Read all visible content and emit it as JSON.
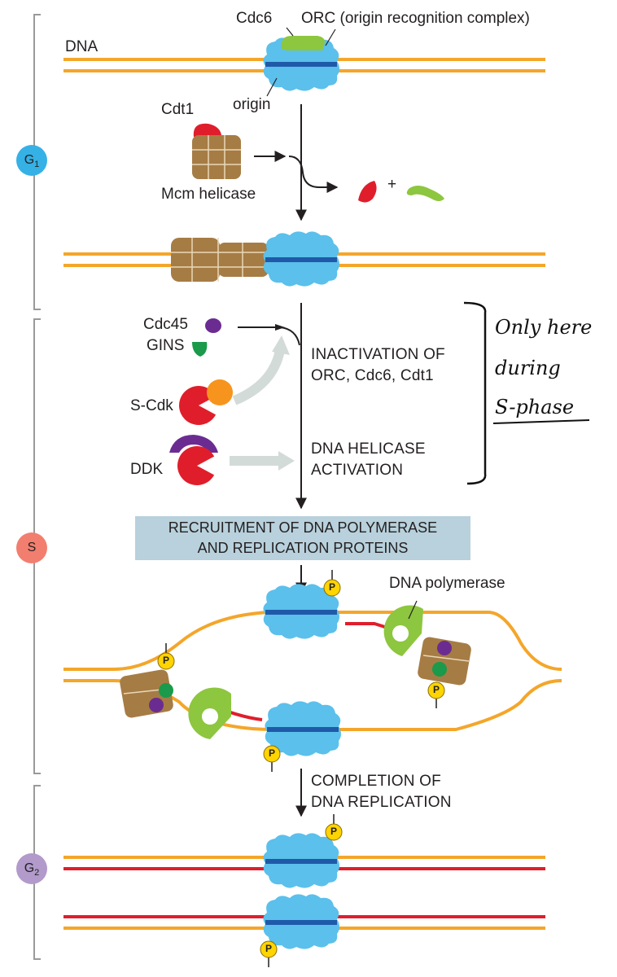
{
  "phases": {
    "g1": "G1",
    "s": "S",
    "g2": "G2"
  },
  "labels": {
    "cdc6": "Cdc6",
    "orc": "ORC (origin recognition complex)",
    "dna": "DNA",
    "origin": "origin",
    "cdt1": "Cdt1",
    "mcm": "Mcm helicase",
    "plus": "+",
    "cdc45": "Cdc45",
    "gins": "GINS",
    "scdk": "S-Cdk",
    "ddk": "DDK",
    "inactivation_1": "INACTIVATION OF",
    "inactivation_2": "ORC, Cdc6, Cdt1",
    "helicase_1": "DNA HELICASE",
    "helicase_2": "ACTIVATION",
    "recruit_1": "RECRUITMENT OF DNA POLYMERASE",
    "recruit_2": "AND REPLICATION PROTEINS",
    "dna_polymerase": "DNA polymerase",
    "completion_1": "COMPLETION OF",
    "completion_2": "DNA REPLICATION",
    "phosphate": "P"
  },
  "handwritten": {
    "line1": "Only here",
    "line2": "during",
    "line3": "S-phase"
  },
  "colors": {
    "dna": "#f4a62a",
    "origin": "#1f5aa8",
    "orc": "#5bc0eb",
    "cdc6": "#8dc63f",
    "cdt1": "#e01e2b",
    "mcm": "#a67c45",
    "cdc45": "#6b2c91",
    "gins": "#1a9a4a",
    "scdk_partner": "#f7941d",
    "newdna": "#e01e2b",
    "phosphate": "#ffd400",
    "box": "#b8d1dc",
    "arrow_gray": "#d3dbd8",
    "g1_circle": "#35b1e6",
    "s_circle": "#f27e6f",
    "g2_circle": "#b29acb"
  }
}
